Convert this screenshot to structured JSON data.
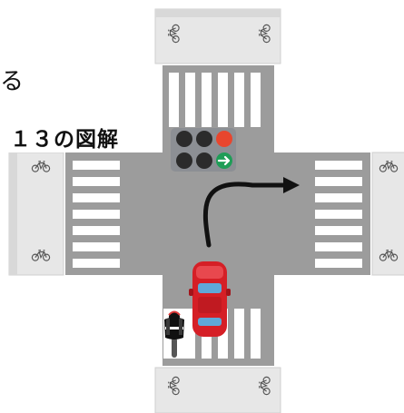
{
  "figure": {
    "heading": "１３の図解",
    "text_fragment": "る"
  },
  "colors": {
    "road": "#9c9c9c",
    "sidewalk": "#e7e7e7",
    "sidewalk_border": "#cfcfcf",
    "stripe": "#ffffff",
    "car_body": "#d51f26",
    "car_window": "#5fa8d8",
    "signal_housing": "#8c8f94",
    "signal_lamp_off": "#2b2b2b",
    "signal_red": "#e8462e",
    "signal_arrow_green": "#1f9d57",
    "route_arrow": "#111111"
  },
  "icons": {
    "bicycle_lane_mark": "bicycle-icon",
    "turn_arrow": "arrow-right-icon"
  },
  "signal": {
    "state": "red",
    "arrow_direction": "right"
  }
}
